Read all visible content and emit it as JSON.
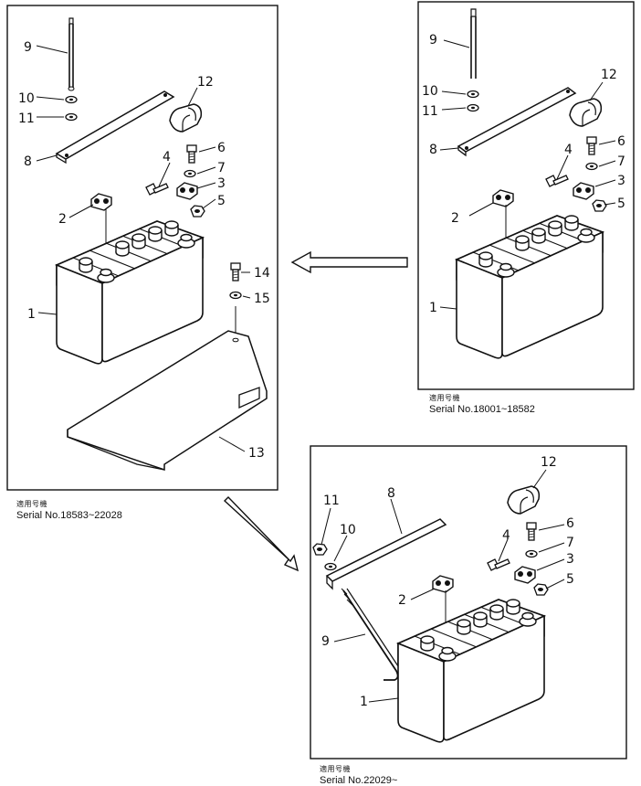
{
  "panels": {
    "main": {
      "caption_applicable": "適用号機",
      "caption_serial": "Serial No.18583~22028",
      "labels": {
        "p1": "1",
        "p2": "2",
        "p3": "3",
        "p4": "4",
        "p5": "5",
        "p6": "6",
        "p7": "7",
        "p8": "8",
        "p9": "9",
        "p10": "10",
        "p11": "11",
        "p12": "12",
        "p13": "13",
        "p14": "14",
        "p15": "15"
      }
    },
    "upper_right": {
      "caption_applicable": "適用号機",
      "caption_serial": "Serial No.18001~18582",
      "labels": {
        "p1": "1",
        "p2": "2",
        "p3": "3",
        "p4": "4",
        "p5": "5",
        "p6": "6",
        "p7": "7",
        "p8": "8",
        "p9": "9",
        "p10": "10",
        "p11": "11",
        "p12": "12"
      }
    },
    "lower_right": {
      "caption_applicable": "適用号機",
      "caption_serial": "Serial No.22029~",
      "labels": {
        "p1": "1",
        "p2": "2",
        "p3": "3",
        "p4": "4",
        "p5": "5",
        "p6": "6",
        "p7": "7",
        "p8": "8",
        "p9": "9",
        "p10": "10",
        "p11": "11",
        "p12": "12"
      }
    }
  }
}
